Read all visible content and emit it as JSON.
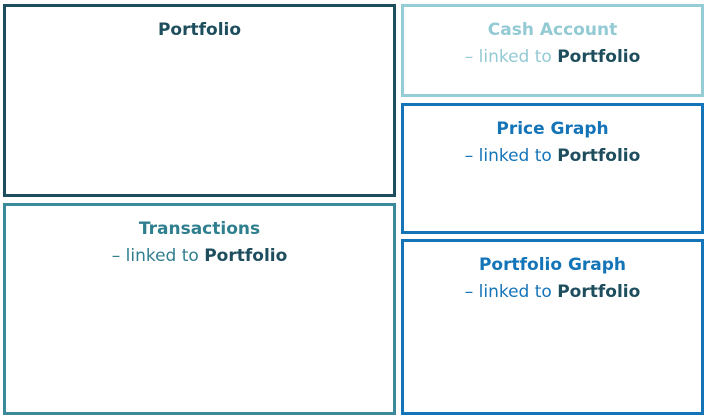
{
  "panels": {
    "portfolio": {
      "title": "Portfolio"
    },
    "transactions": {
      "title": "Transactions",
      "link_prefix": "– linked to ",
      "link_target": "Portfolio"
    },
    "cash_account": {
      "title": "Cash Account",
      "link_prefix": "– linked to ",
      "link_target": "Portfolio"
    },
    "price_graph": {
      "title": "Price Graph",
      "link_prefix": "– linked to ",
      "link_target": "Portfolio"
    },
    "portfolio_graph": {
      "title": "Portfolio Graph",
      "link_prefix": "– linked to ",
      "link_target": "Portfolio"
    }
  },
  "colors": {
    "portfolio": "#1e4e5e",
    "transactions": "#3a8a9a",
    "cash_account": "#96ccd6",
    "price_graph": "#1474b8",
    "portfolio_graph": "#1474b8"
  }
}
